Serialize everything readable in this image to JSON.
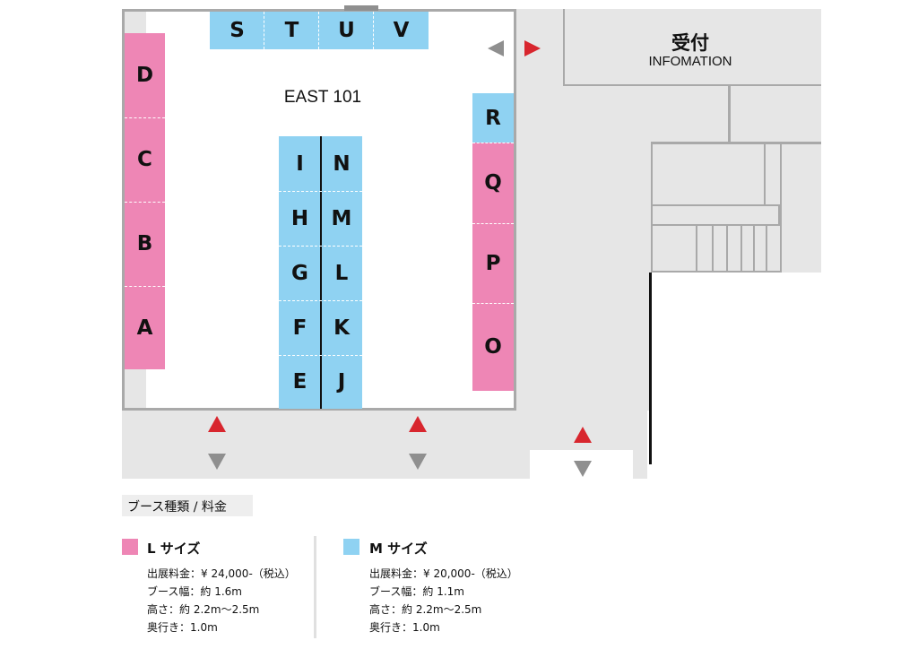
{
  "room": {
    "label": "EAST 101"
  },
  "reception": {
    "title": "受付",
    "subtitle": "INFOMATION"
  },
  "booths": {
    "S": "S",
    "T": "T",
    "U": "U",
    "V": "V",
    "D": "D",
    "C": "C",
    "B": "B",
    "A": "A",
    "I": "I",
    "H": "H",
    "G": "G",
    "F": "F",
    "E": "E",
    "N": "N",
    "M": "M",
    "L": "L",
    "K": "K",
    "J": "J",
    "R": "R",
    "Q": "Q",
    "P": "P",
    "O": "O"
  },
  "legend": {
    "heading": "ブース種類 / 料金",
    "large": {
      "title": "L サイズ",
      "color": "#ee86b5",
      "lines": [
        "出展料金：¥ 24,000-（税込）",
        "ブース幅：約 1.6m",
        "高さ：約 2.2m〜2.5m",
        "奥行き：1.0m"
      ]
    },
    "medium": {
      "title": "M サイズ",
      "color": "#8fd2f2",
      "lines": [
        "出展料金：¥ 20,000-（税込）",
        "ブース幅：約 1.1m",
        "高さ：約 2.2m〜2.5m",
        "奥行き：1.0m"
      ]
    }
  },
  "colors": {
    "large_booth": "#ee86b5",
    "medium_booth": "#8fd2f2",
    "entry_arrow": "#d8262e",
    "exit_arrow": "#8f8f8f",
    "floor": "#e6e6e6"
  },
  "icons": [
    "entry-arrow-icon",
    "exit-arrow-icon"
  ]
}
